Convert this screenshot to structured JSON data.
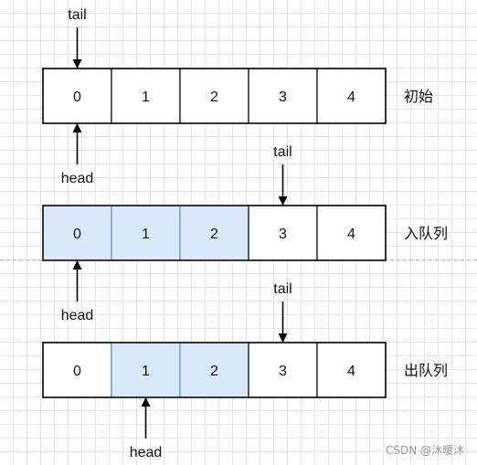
{
  "rows": [
    {
      "cells": [
        "0",
        "1",
        "2",
        "3",
        "4"
      ],
      "highlighted": [
        false,
        false,
        false,
        false,
        false
      ],
      "label": "初始",
      "tail": {
        "text": "tail",
        "index": 0
      },
      "head": {
        "text": "head",
        "index": 0
      }
    },
    {
      "cells": [
        "0",
        "1",
        "2",
        "3",
        "4"
      ],
      "highlighted": [
        true,
        true,
        true,
        false,
        false
      ],
      "label": "入队列",
      "tail": {
        "text": "tail",
        "index": 3
      },
      "head": {
        "text": "head",
        "index": 0
      }
    },
    {
      "cells": [
        "0",
        "1",
        "2",
        "3",
        "4"
      ],
      "highlighted": [
        false,
        true,
        true,
        false,
        false
      ],
      "label": "出队列",
      "tail": {
        "text": "tail",
        "index": 3
      },
      "head": {
        "text": "head",
        "index": 1
      }
    }
  ],
  "colors": {
    "highlight_fill": "#dae8fc",
    "highlight_stroke": "#6c8ebf",
    "cell_stroke": "#000000",
    "cell_fill": "#ffffff",
    "divider": "#b3b3b3"
  },
  "watermark": "CSDN @沐暖沐"
}
